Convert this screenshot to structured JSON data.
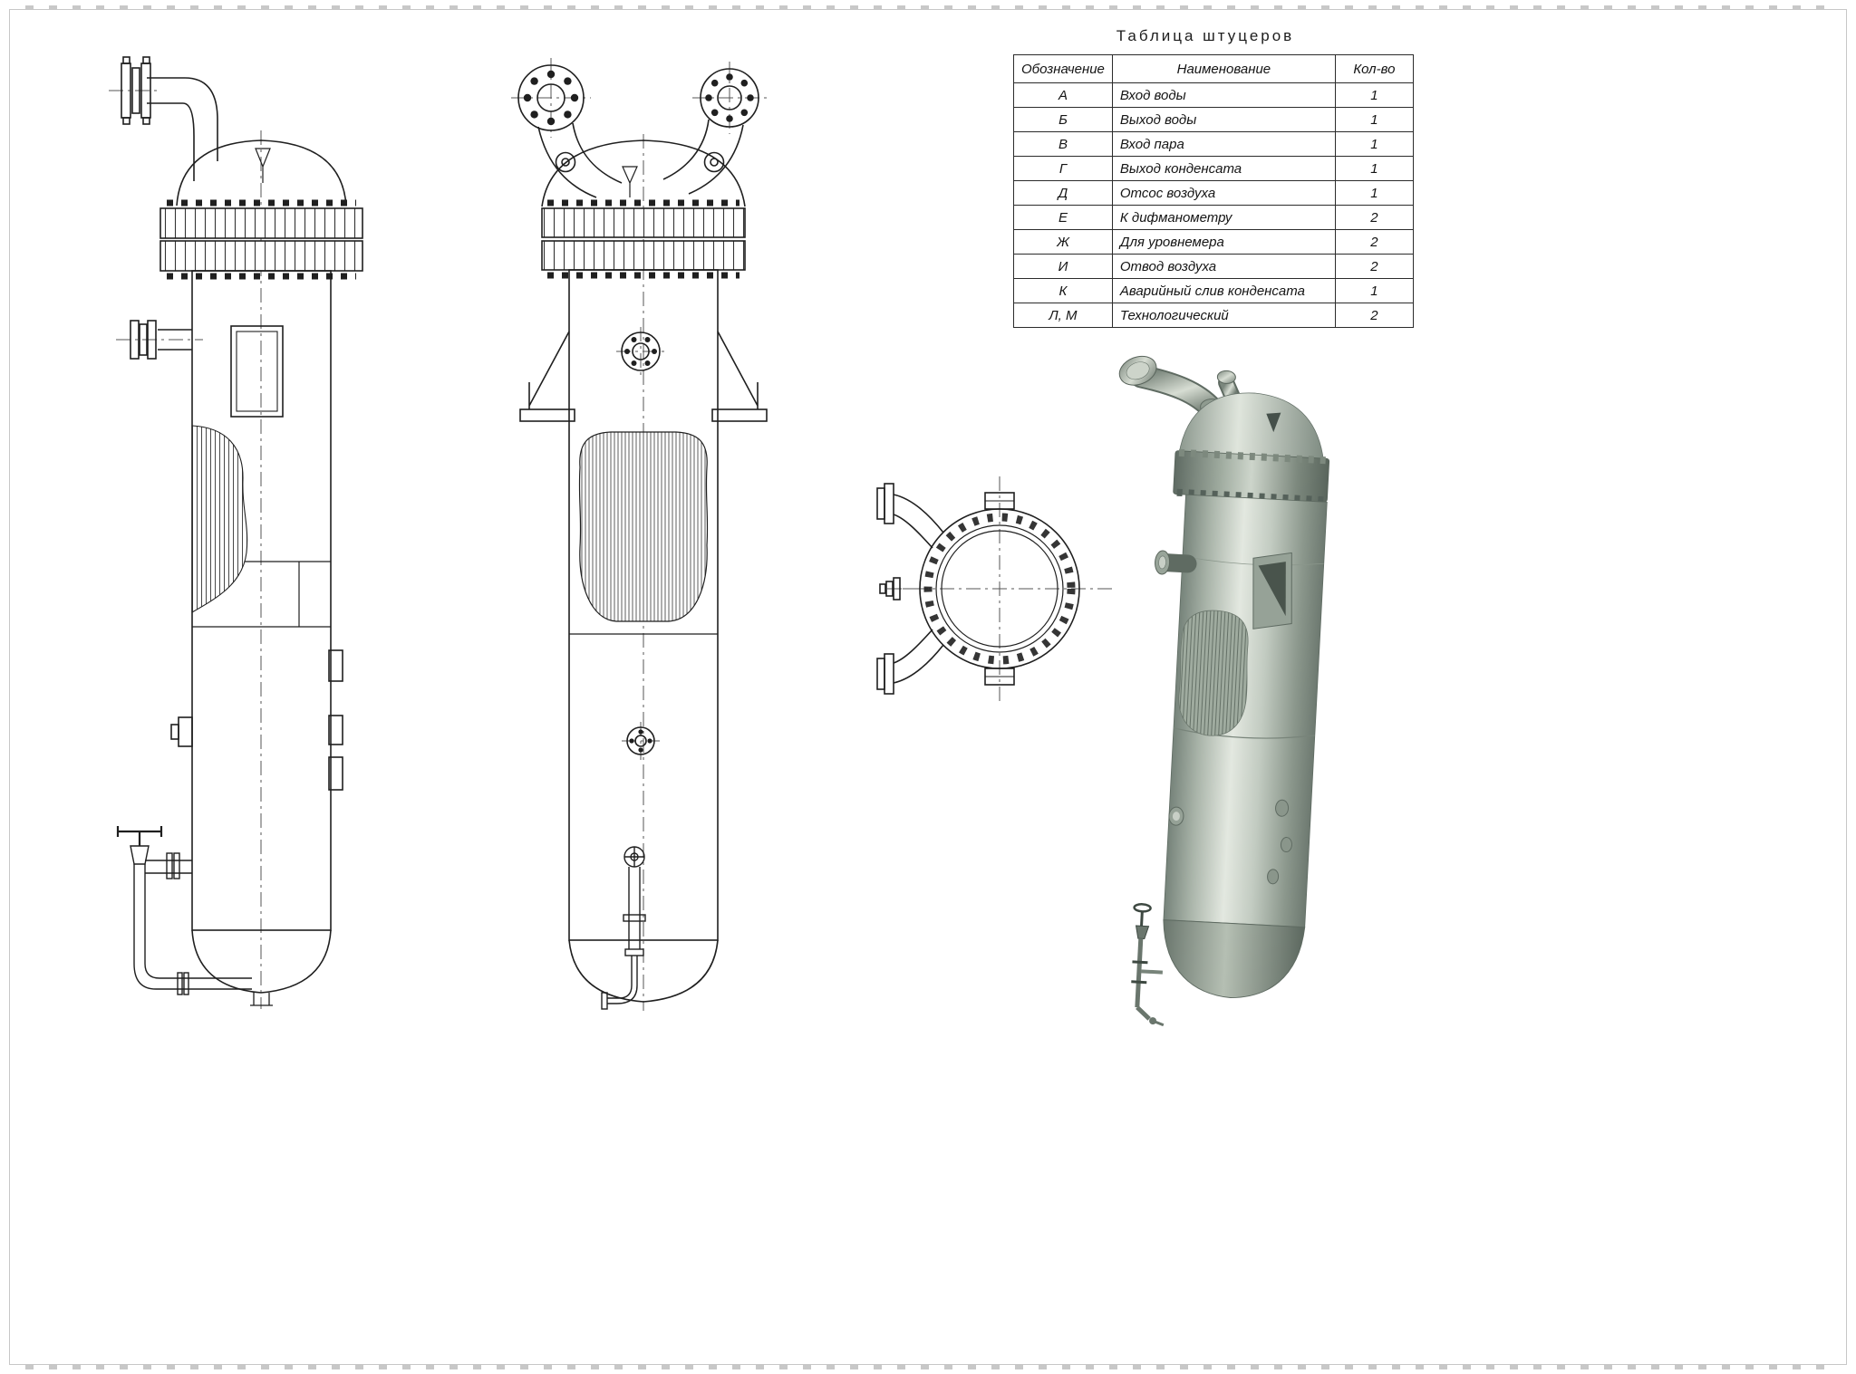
{
  "page": {
    "background": "#ffffff"
  },
  "nozzle_table": {
    "title": "Таблица  штуцеров",
    "headers": [
      "Обозначение",
      "Наименование",
      "Кол-во"
    ],
    "rows": [
      [
        "А",
        "Вход воды",
        "1"
      ],
      [
        "Б",
        "Выход воды",
        "1"
      ],
      [
        "В",
        "Вход пара",
        "1"
      ],
      [
        "Г",
        "Выход конденсата",
        "1"
      ],
      [
        "Д",
        "Отсос воздуха",
        "1"
      ],
      [
        "Е",
        "К дифманометру",
        "2"
      ],
      [
        "Ж",
        "Для уровнемера",
        "2"
      ],
      [
        "И",
        "Отвод воздуха",
        "2"
      ],
      [
        "К",
        "Аварийный слив конденсата",
        "1"
      ],
      [
        "Л, М",
        "Технологический",
        "2"
      ]
    ]
  },
  "views": {
    "front": "front-elevation-drawing",
    "side": "side-elevation-drawing",
    "top": "top-section-view-drawing",
    "render": "vessel-3d-render"
  },
  "colors": {
    "line": "#1f1f1f",
    "render_base": "#b3bfb4",
    "render_dark": "#6d7970",
    "render_light": "#e3e8e0"
  }
}
